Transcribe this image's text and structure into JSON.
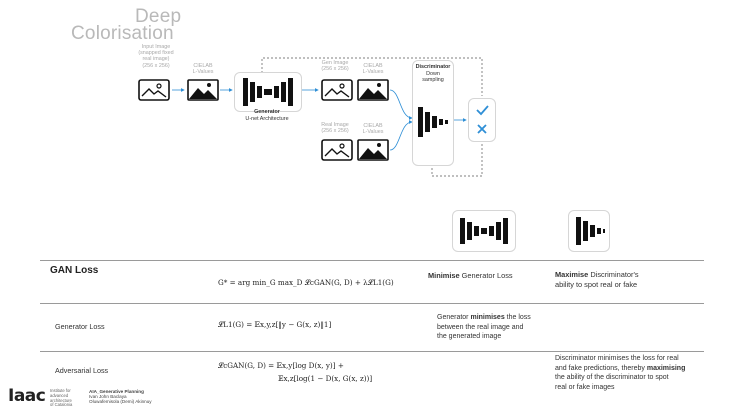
{
  "header": {
    "title_line1": "Deep",
    "title_line2": "Colorisation"
  },
  "diagram": {
    "input_label": [
      "Input Image",
      "(snapped fixed",
      "real image)",
      "(256 x 256)"
    ],
    "cielab_label_1": [
      "CIELAB",
      "L-Values"
    ],
    "generator_title": "Generator",
    "generator_subtitle": "U-net Architecture",
    "gen_image_label": [
      "Gen Image",
      "(256 x 256)"
    ],
    "cielab_label_2": [
      "CIELAB",
      "L-Values"
    ],
    "real_image_label": [
      "Real Image",
      "(256 x 256)"
    ],
    "cielab_label_3": [
      "CIELAB",
      "L-Values"
    ],
    "discriminator_title": "Discriminator",
    "discriminator_subtitle": [
      "Down",
      "sampling"
    ]
  },
  "table": {
    "title": "GAN Loss",
    "objective_formula": "G* = arg min_G max_D 𝓛cGAN(G, D) + λ𝓛L1(G)",
    "minimise_prefix": "Minimise",
    "minimise_rest": " Generator Loss",
    "maximise_prefix": "Maximise",
    "maximise_rest": " Discriminator's",
    "maximise_line2": "ability to spot real or fake",
    "rows": [
      {
        "label": "Generator Loss",
        "formula": "𝓛L1(G) = 𝔼x,y,z[‖y − G(x, z)‖1]",
        "desc_pre": "Generator ",
        "desc_bold": "minimises",
        "desc_post": " the loss",
        "desc_line2": "between the real image and",
        "desc_line3": "the generated image"
      },
      {
        "label": "Adversarial Loss",
        "formula_line1": "𝓛cGAN(G, D) = 𝔼x,y[log D(x, y)] +",
        "formula_line2": "𝔼x,z[log(1 − D(x, G(x, z))]",
        "desc_line1": "Discriminator minimises the loss for real",
        "desc_line2_pre": "and fake predictions, thereby ",
        "desc_line2_bold": "maximising",
        "desc_line3": "the ability of the discriminator to spot",
        "desc_line4": "real or fake images"
      }
    ]
  },
  "footer": {
    "logo": "Iaac",
    "institute": [
      "Institute for",
      "advanced",
      "architecture",
      "of Catalonia"
    ],
    "course": "AIA_Generative Planning",
    "authors": [
      "Ivan John Baclaya",
      "Oluwafemisola (Demi) Akinnuy"
    ]
  },
  "colors": {
    "arrow": "#2f8fd6",
    "check": "#2f8fd6",
    "cross": "#2f8fd6",
    "icon": "#111111"
  }
}
